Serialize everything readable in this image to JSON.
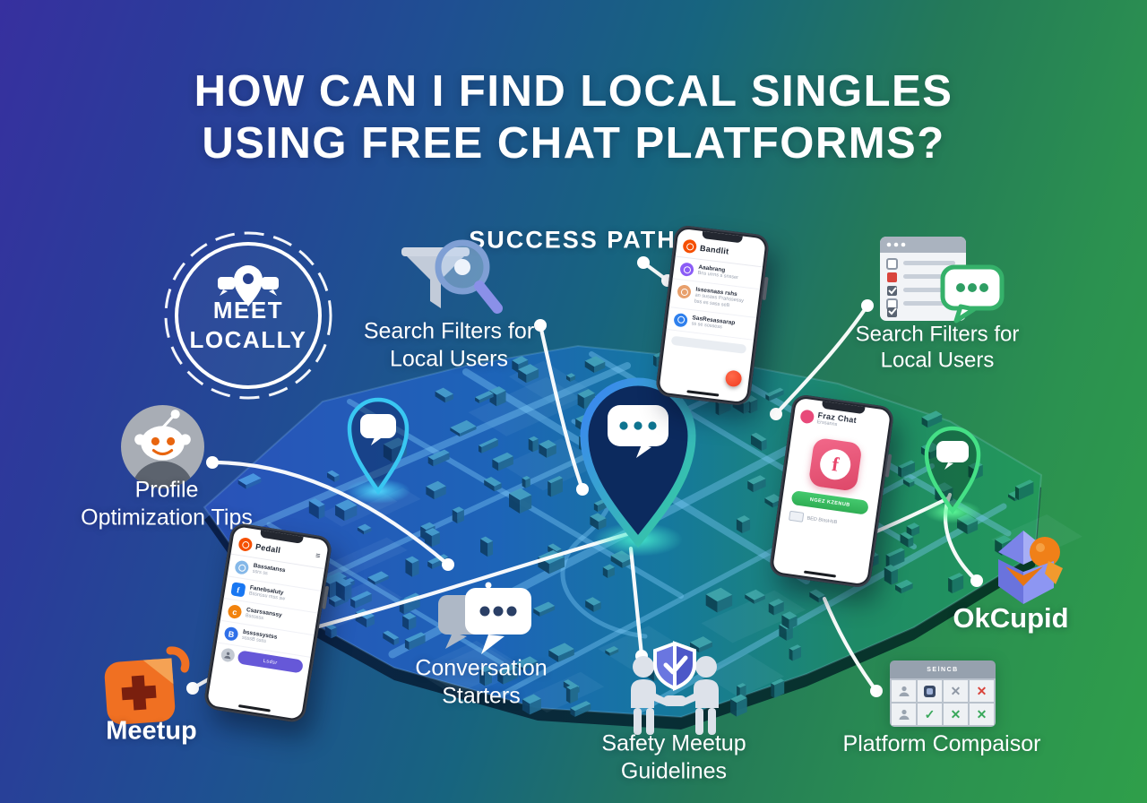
{
  "title": {
    "line1": "HOW CAN I FIND LOCAL SINGLES",
    "line2": "USING FREE CHAT PLATFORMS?"
  },
  "badge": {
    "top": "MEET",
    "bottom": "LOCALLY"
  },
  "labels": {
    "success_paths": "SUCCESS PATHS",
    "search_filters_left": {
      "line1": "Search Filters for",
      "line2": "Local Users"
    },
    "search_filters_right": {
      "line1": "Search Filters for",
      "line2": "Local Users"
    },
    "profile_tips": {
      "line1": "Profile",
      "line2": "Optimization Tips"
    },
    "conversation": {
      "line1": "Conversation",
      "line2": "Starters"
    },
    "safety": {
      "line1": "Safety Meetup",
      "line2": "Guidelines"
    },
    "platform": "Platform Compaisor",
    "okcupid": "OkCupid",
    "meetup": "Meetup"
  },
  "phones": {
    "p1": {
      "title": "Bandlit",
      "rows": [
        {
          "title": "Aaabrang",
          "sub": "Bns urrns s snsser"
        },
        {
          "title": "Issesnaas rshs",
          "sub": "an susass Prahssessy\nbss es sass seB"
        },
        {
          "title": "SasResassarap",
          "sub": "ss se sossess"
        }
      ]
    },
    "p2": {
      "title": "Fraz Chat",
      "sub": "Erssanns",
      "icon_letter": "f",
      "button": "NGEZ KZENUB",
      "foot": "BED BIssHsB"
    },
    "p3": {
      "title": "Pedall",
      "menu_icon": "≡",
      "button": "Lsdsr",
      "rows": [
        {
          "title": "Bassatanss",
          "sub": "ssrs ss",
          "icon_letter": ""
        },
        {
          "title": "Fanebsaluty",
          "sub": "Bssnssu mss sw",
          "icon_letter": "f"
        },
        {
          "title": "Csarssanssy",
          "sub": "Bssssss",
          "icon_letter": "c"
        },
        {
          "title": "bsssssystss",
          "sub": "ssssB ssss",
          "icon_letter": "B"
        }
      ]
    }
  },
  "comparison": {
    "header": "SElNCB",
    "glyph_check": "✓",
    "glyph_cross": "✕"
  },
  "colors": {
    "bg_left": "#37309f",
    "bg_right": "#2f9f4a",
    "map_blue": "#2a52b8",
    "map_green": "#23985a",
    "pin_fill": "#0d2d62",
    "pin_gradient_start": "#3b82f6",
    "pin_gradient_end": "#34d399",
    "glow_cyan": "#39d0ff",
    "glow_green": "#46ff9a",
    "connector_white": "#ffffff",
    "reddit_orange": "#ff4500",
    "facebook_blue": "#1877f2",
    "meetup_orange": "#f07022",
    "okcupid_orange": "#f08018",
    "fab_red": "#ff4a2b",
    "cta_purple": "#6658d8",
    "button_green": "#37b862",
    "table_red": "#d9453c",
    "table_green": "#3aa85c"
  }
}
